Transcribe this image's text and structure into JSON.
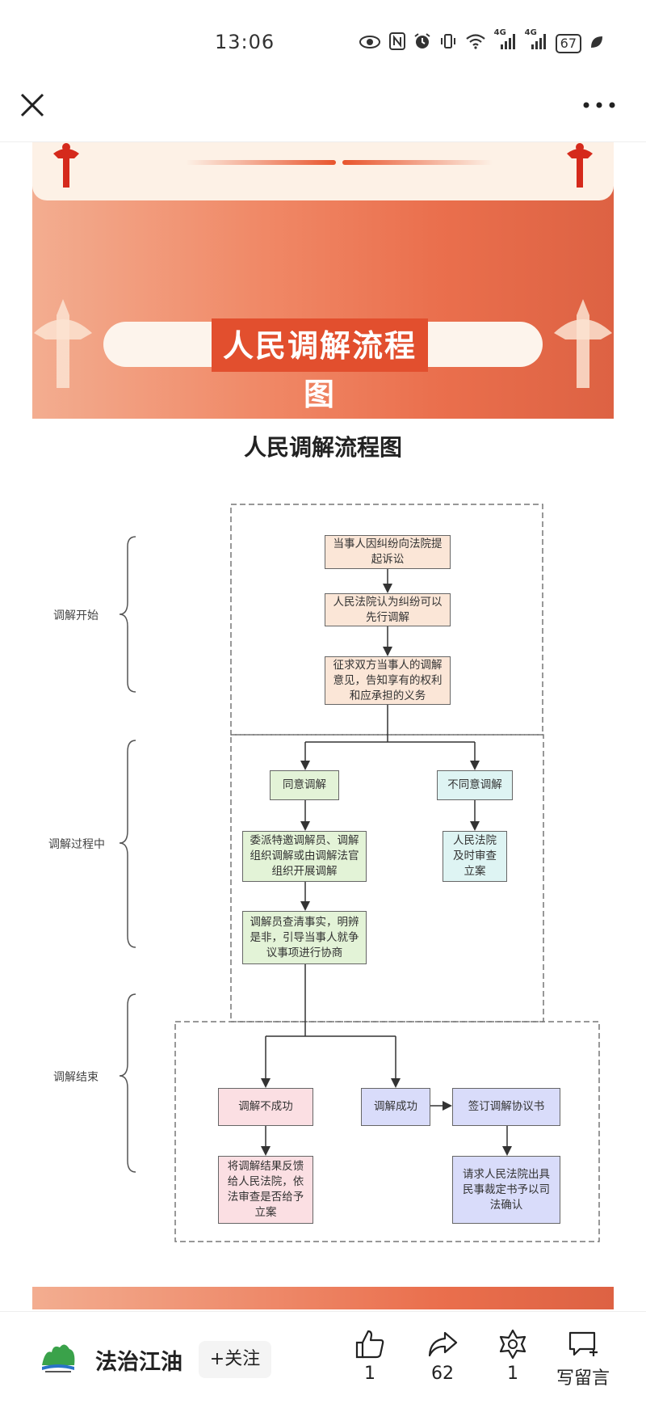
{
  "status_bar": {
    "time": "13:06",
    "signal_labels": [
      "4G",
      "4G"
    ],
    "battery": "67",
    "icons": [
      "eye-icon",
      "nfc-icon",
      "alarm-icon",
      "vibrate-icon",
      "wifi-icon",
      "signal-icon",
      "signal-icon",
      "battery-icon",
      "leaf-icon"
    ]
  },
  "nav": {
    "close_icon": "close-icon",
    "more_icon": "more-icon"
  },
  "banner": {
    "title": "人民调解流程图",
    "colors": {
      "main": "#ea6f4d",
      "title_bg": "#e24f2e",
      "cream": "#fdf1e6"
    }
  },
  "page": {
    "title": "人民调解流程图"
  },
  "flowchart": {
    "stages": {
      "start": "调解开始",
      "middle": "调解过程中",
      "end": "调解结束"
    },
    "nodes": {
      "apply": "当事人因纠纷向法院提起诉讼",
      "court_first": "人民法院认为纠纷可以先行调解",
      "solicit": "征求双方当事人的调解意见，告知享有的权利和应承担的义务",
      "agree": "同意调解",
      "disagree": "不同意调解",
      "assign": "委派特邀调解员、调解组织调解或由调解法官组织开展调解",
      "file_case": "人民法院及时审查立案",
      "investigate": "调解员查清事实，明辨是非，引导当事人就争议事项进行协商",
      "fail": "调解不成功",
      "success": "调解成功",
      "sign": "签订调解协议书",
      "feedback": "将调解结果反馈给人民法院，依法审查是否给予立案",
      "confirm": "请求人民法院出具民事裁定书予以司法确认"
    }
  },
  "action_bar": {
    "account_name": "法治江油",
    "follow_label": "+关注",
    "like_count": "1",
    "share_count": "62",
    "collect_count": "1",
    "comment_label": "写留言",
    "icons": [
      "thumbs-up-icon",
      "share-icon",
      "collect-icon",
      "comment-icon"
    ]
  }
}
